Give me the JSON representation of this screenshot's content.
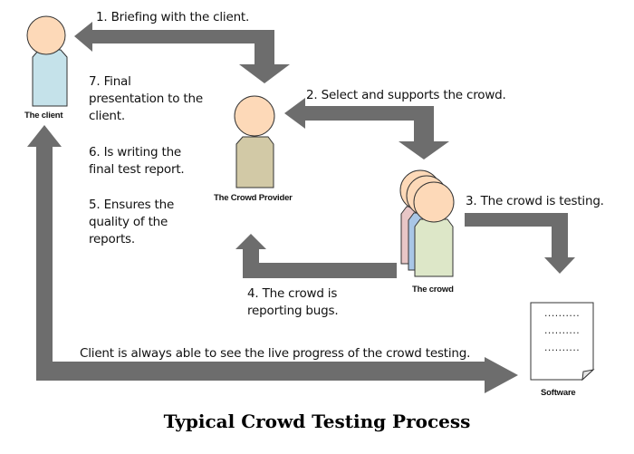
{
  "title": "Typical Crowd Testing Process",
  "actors": {
    "client": {
      "label": "The client",
      "head_color": "#fdd9b8",
      "body_color": "#c5e2ea"
    },
    "provider": {
      "label": "The Crowd Provider",
      "head_color": "#fdd9b8",
      "body_color": "#d2c9a6"
    },
    "crowd": {
      "label": "The crowd",
      "head_color": "#fdd9b8",
      "body_colors": [
        "#e8c6c6",
        "#a9c6e6",
        "#dde7c8"
      ]
    },
    "software": {
      "label": "Software",
      "icon": "document-icon",
      "lines": [
        "..........",
        "..........",
        ".........."
      ]
    }
  },
  "steps": {
    "s1": "1. Briefing with the client.",
    "s2": "2. Select and supports the crowd.",
    "s3": "3. The crowd is testing.",
    "s4_line1": "4. The crowd is",
    "s4_line2": "reporting bugs.",
    "s5_line1": "5. Ensures the",
    "s5_line2": "quality of the",
    "s5_line3": "reports.",
    "s6_line1": "6. Is writing the",
    "s6_line2": "final test report.",
    "s7_line1": "7. Final",
    "s7_line2": "presentation to the",
    "s7_line3": "client.",
    "live": "Client is always able to see the live progress of the crowd testing."
  },
  "colors": {
    "arrow": "#6d6d6d",
    "outline": "#333333"
  }
}
